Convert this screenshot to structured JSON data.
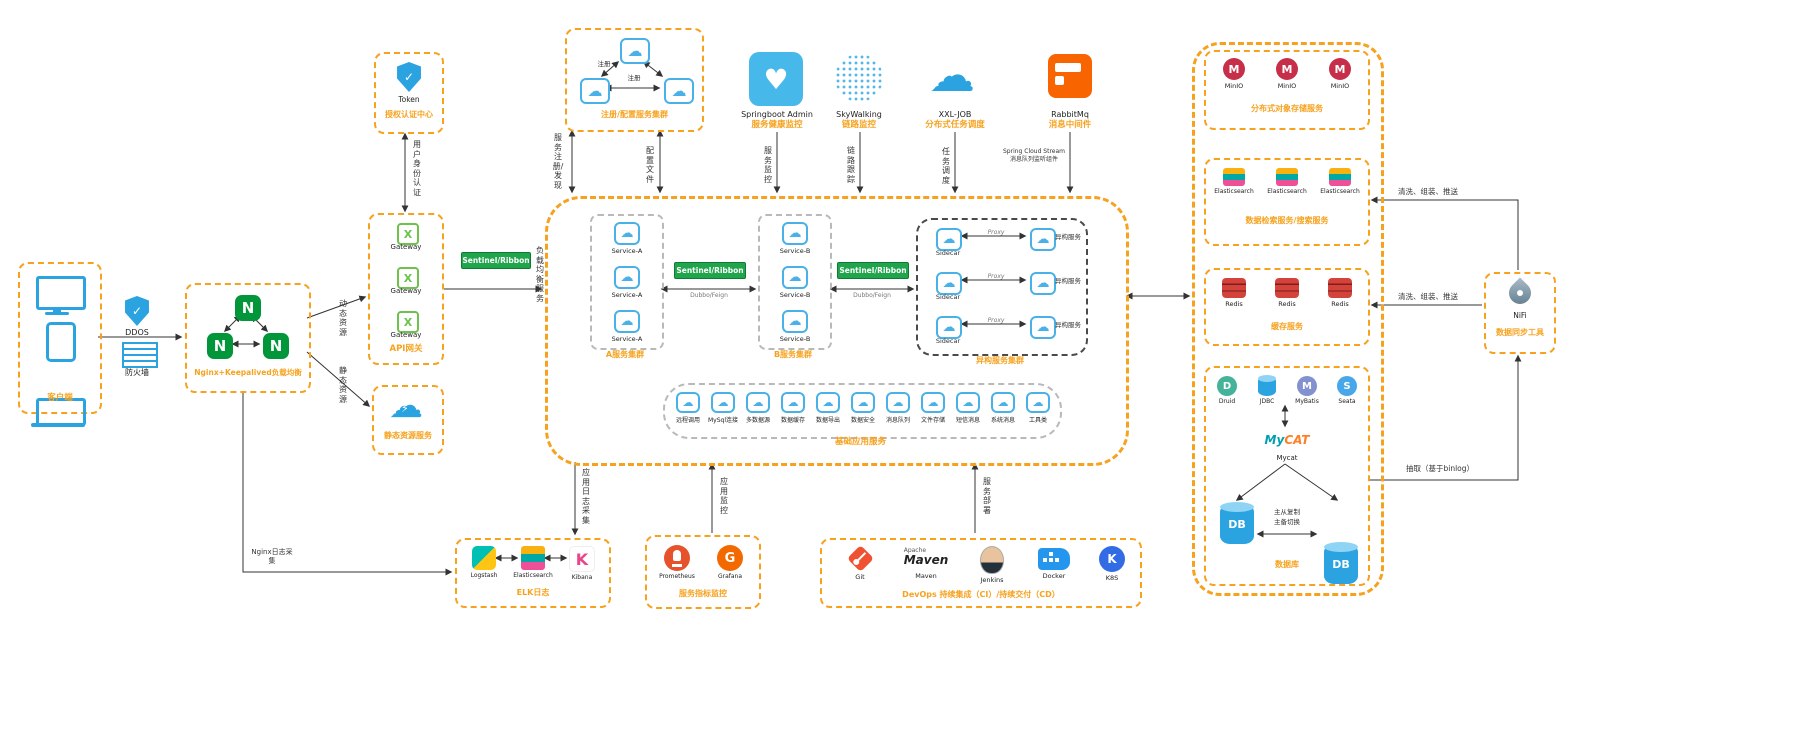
{
  "colors": {
    "accent": "#f6a21e",
    "blue": "#2ba3e0",
    "nginx_green": "#009639",
    "sentinel_green": "#21a54c"
  },
  "client": {
    "label": "客户端"
  },
  "security": {
    "ddos": "DDOS",
    "firewall": "防火墙"
  },
  "lb": {
    "label": "Nginx+Keepalived负载均衡"
  },
  "auth": {
    "token": "Token",
    "label": "授权认证中心",
    "edge": "用户身份认证"
  },
  "gateway": {
    "item": "Gateway",
    "label": "API网关",
    "edge_dynamic": "动态资源",
    "edge_static": "静态资源",
    "edge_lb": "负载均衡服务"
  },
  "static_res": {
    "label": "静态资源服务"
  },
  "registry": {
    "label": "注册/配置服务集群",
    "edge_register": "注册",
    "edge_discovery": "服务注册/发现",
    "edge_config": "配置文件"
  },
  "middleware": {
    "sba": {
      "name": "Springboot Admin",
      "label": "服务健康监控",
      "edge": "服务监控"
    },
    "skywalking": {
      "name": "SkyWalking",
      "label": "链路监控",
      "edge": "链路跟踪"
    },
    "xxljob": {
      "name": "XXL-JOB",
      "label": "分布式任务调度",
      "edge": "任务调度"
    },
    "rabbitmq": {
      "name": "RabbitMq",
      "label": "消息中间件",
      "edge_line1": "Spring Cloud Stream",
      "edge_line2": "消息队列监听组件"
    }
  },
  "core": {
    "cluster_a": {
      "label": "A服务集群",
      "service": "Service-A"
    },
    "cluster_b": {
      "label": "B服务集群",
      "service": "Service-B"
    },
    "rpc": {
      "label": "Sentinel/Ribbon",
      "sub": "Dubbo/Feign"
    },
    "hetero": {
      "label": "异构服务集群",
      "sidecar": "Sidecar",
      "proxy": "Proxy",
      "service": "异构服务"
    },
    "base": {
      "label": "基础应用服务",
      "items": [
        "远程调用",
        "MySql连接",
        "多数据源",
        "数据缓存",
        "数据导出",
        "数据安全",
        "消息队列",
        "文件存储",
        "短信消息",
        "系统消息",
        "工具类"
      ]
    }
  },
  "elk": {
    "label": "ELK日志",
    "items": [
      "Logstash",
      "Elasticsearch",
      "Kibana"
    ],
    "edge": "应用日志采集",
    "edge_nginx": "Nginx日志采集"
  },
  "metrics": {
    "label": "服务指标监控",
    "items": [
      "Prometheus",
      "Grafana"
    ],
    "edge": "应用监控"
  },
  "devops": {
    "label": "DevOps 持续集成（CI）/持续交付（CD）",
    "items": [
      "Git",
      "Maven",
      "Jenkins",
      "Docker",
      "K8S"
    ],
    "maven_line1": "Apache",
    "maven_line2": "Maven",
    "edge": "服务部署"
  },
  "right": {
    "minio": {
      "label": "分布式对象存储服务",
      "item": "MinIO"
    },
    "search": {
      "label": "数据检索服务/搜索服务",
      "item": "Elasticsearch"
    },
    "cache": {
      "label": "缓存服务",
      "item": "Redis"
    },
    "db": {
      "label": "数据库",
      "items": [
        "Druid",
        "JDBC",
        "MyBatis",
        "Seata"
      ],
      "mycat": "Mycat",
      "mycat_my": "My",
      "mycat_cat": "CAT",
      "db_text": "DB",
      "replication": "主从复制",
      "failover": "主备切换"
    }
  },
  "nifi": {
    "name": "NiFi",
    "label": "数据同步工具",
    "edge_search": "清洗、组装、推送",
    "edge_cache": "清洗、组装、推送",
    "edge_extract": "抽取（基于binlog）"
  }
}
